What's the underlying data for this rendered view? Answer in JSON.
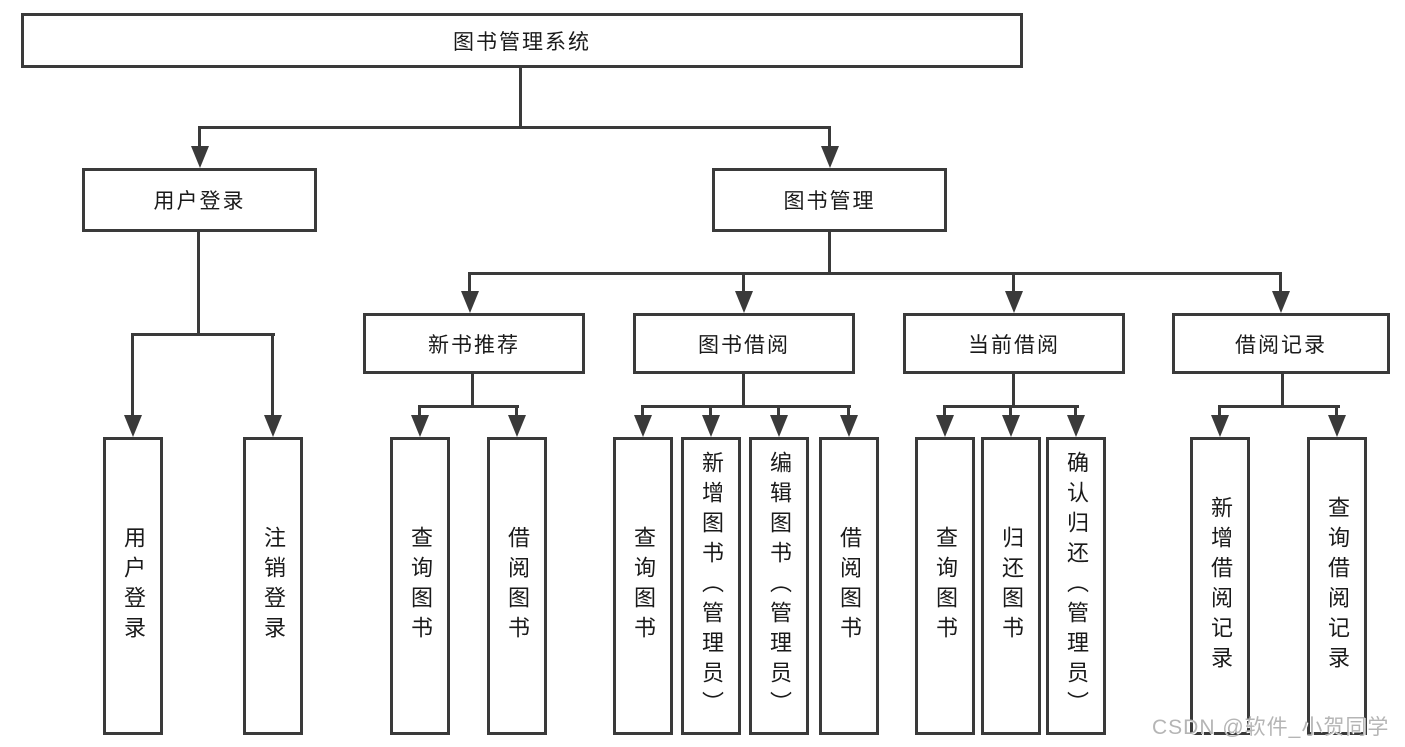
{
  "tree": {
    "root": {
      "label": "图书管理系统"
    },
    "branches": [
      {
        "label": "用户登录",
        "leaves": [
          "用户登录",
          "注销登录"
        ]
      },
      {
        "label": "图书管理",
        "groups": [
          {
            "label": "新书推荐",
            "leaves": [
              "查询图书",
              "借阅图书"
            ]
          },
          {
            "label": "图书借阅",
            "leaves": [
              "查询图书",
              "新增图书（管理员）",
              "编辑图书（管理员）",
              "借阅图书"
            ]
          },
          {
            "label": "当前借阅",
            "leaves": [
              "查询图书",
              "归还图书",
              "确认归还（管理员）"
            ]
          },
          {
            "label": "借阅记录",
            "leaves": [
              "新增借阅记录",
              "查询借阅记录"
            ]
          }
        ]
      }
    ]
  },
  "watermark": {
    "text": "CSDN @软件_小贺同学",
    "color": "#b5b5b5"
  },
  "colors": {
    "line": "#3a3a3a",
    "text": "#1a1a1a",
    "background": "#ffffff"
  }
}
